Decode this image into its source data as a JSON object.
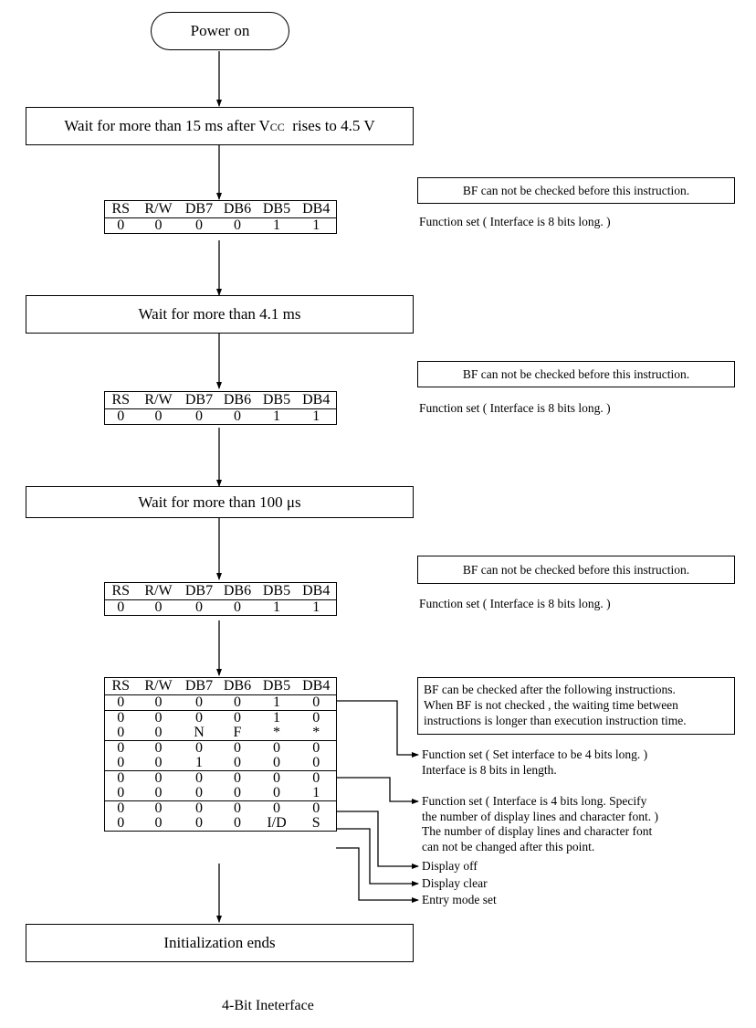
{
  "start": {
    "label": "Power on"
  },
  "wait1": {
    "pre": "Wait for more than 15 ms after V",
    "sub": "CC",
    "post": "  rises to 4.5 V"
  },
  "wait2": {
    "label": "Wait for more than 4.1 ms"
  },
  "wait3": {
    "label": "Wait for more than 100 μs"
  },
  "end": {
    "label": "Initialization ends"
  },
  "reg_header": {
    "rs": "RS",
    "r": "R/",
    "w": "W",
    "db7": "DB7",
    "db6": "DB6",
    "db5": "DB5",
    "db4": "DB4"
  },
  "reg_row_fn8": [
    "0",
    "0",
    "0",
    "0",
    "1",
    "1"
  ],
  "bf_note": "BF can not be checked before this instruction.",
  "fn8_text": "Function set ( Interface is 8 bits long. )",
  "bf_checked_note": [
    "BF can  be checked after the following instructions.",
    "When BF is not checked , the waiting time between",
    "instructions is longer than execution instruction time."
  ],
  "final_rows": [
    [
      "0",
      "0",
      "0",
      "0",
      "1",
      "0"
    ],
    [
      "0",
      "0",
      "0",
      "0",
      "1",
      "0"
    ],
    [
      "0",
      "0",
      "N",
      "F",
      "*",
      "*"
    ],
    [
      "0",
      "0",
      "0",
      "0",
      "0",
      "0"
    ],
    [
      "0",
      "0",
      "1",
      "0",
      "0",
      "0"
    ],
    [
      "0",
      "0",
      "0",
      "0",
      "0",
      "0"
    ],
    [
      "0",
      "0",
      "0",
      "0",
      "0",
      "1"
    ],
    [
      "0",
      "0",
      "0",
      "0",
      "0",
      "0"
    ],
    [
      "0",
      "0",
      "0",
      "0",
      "I/D",
      "S"
    ]
  ],
  "desc_fn4": [
    "Function set ( Set interface to be 4 bits long. )",
    "Interface is 8 bits in length."
  ],
  "desc_fn4_lines": [
    "Function set ( Interface is 4 bits long. Specify",
    "the number of display lines and   character font. )",
    "The number of display lines and character font",
    "can not be changed after this point."
  ],
  "desc_display_off": "Display off",
  "desc_display_clear": "Display clear",
  "desc_entry_mode": "Entry mode set",
  "caption": "4-Bit Ineterface"
}
